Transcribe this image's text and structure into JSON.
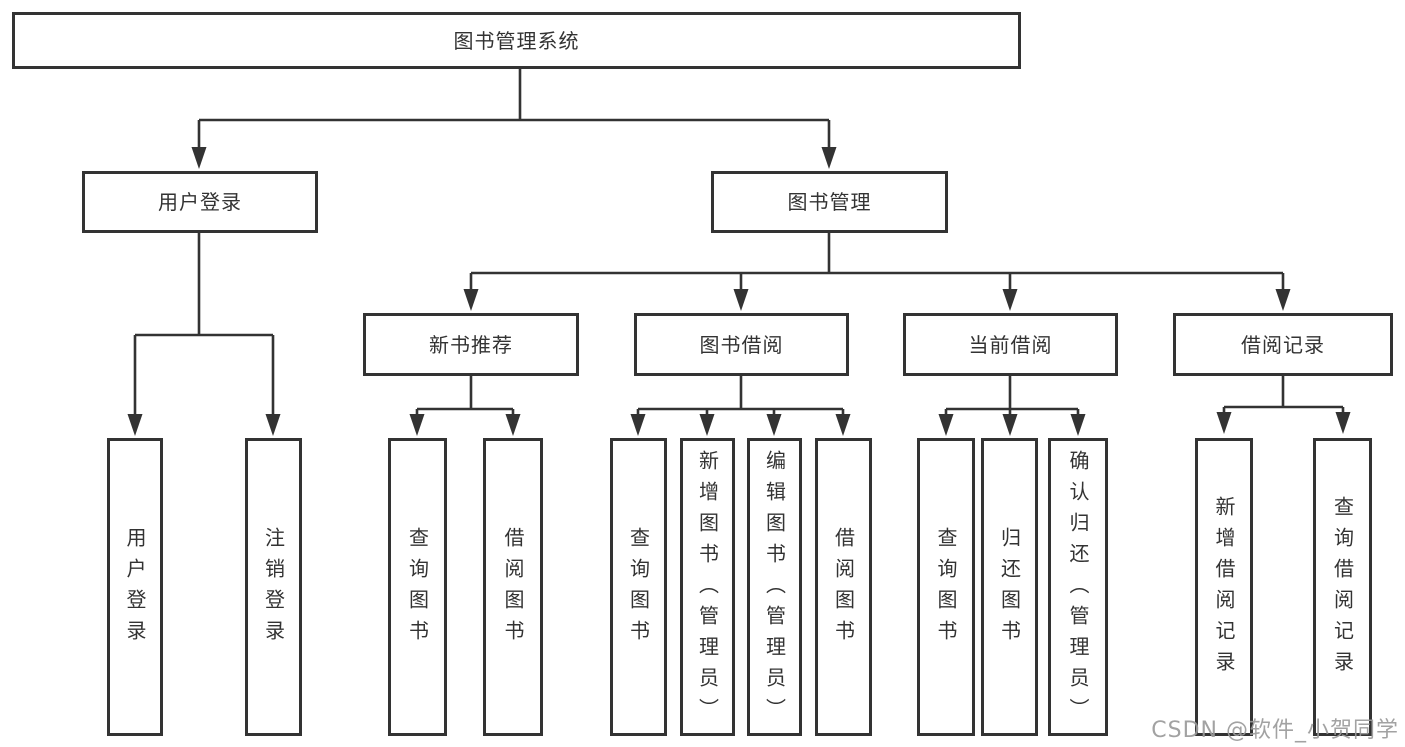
{
  "tree": {
    "root": "图书管理系统",
    "children": [
      {
        "label": "用户登录",
        "children": [
          "用户登录",
          "注销登录"
        ]
      },
      {
        "label": "图书管理",
        "children": [
          {
            "label": "新书推荐",
            "children": [
              "查询图书",
              "借阅图书"
            ]
          },
          {
            "label": "图书借阅",
            "children": [
              "查询图书",
              "新增图书（管理员）",
              "编辑图书（管理员）",
              "借阅图书"
            ]
          },
          {
            "label": "当前借阅",
            "children": [
              "查询图书",
              "归还图书",
              "确认归还（管理员）"
            ]
          },
          {
            "label": "借阅记录",
            "children": [
              "新增借阅记录",
              "查询借阅记录"
            ]
          }
        ]
      }
    ]
  },
  "watermark": {
    "text": "CSDN @软件_小贺同学"
  },
  "colors": {
    "line": "#333333",
    "text": "#333333",
    "background": "#ffffff"
  }
}
